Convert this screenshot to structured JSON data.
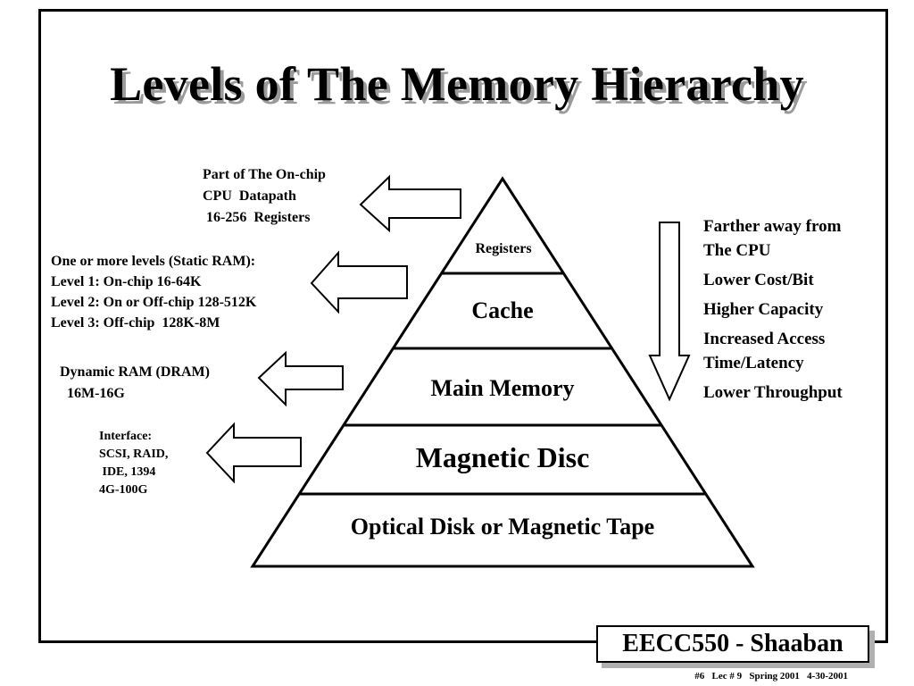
{
  "title": "Levels of The Memory Hierarchy",
  "pyramid": {
    "levels": [
      {
        "label": "Registers"
      },
      {
        "label": "Cache"
      },
      {
        "label": "Main Memory"
      },
      {
        "label": "Magnetic Disc"
      },
      {
        "label": "Optical Disk or Magnetic Tape"
      }
    ]
  },
  "annotations": {
    "registers": [
      "Part of The On-chip",
      "CPU  Datapath",
      " 16-256  Registers"
    ],
    "cache": [
      "One or more levels (Static RAM):",
      "Level 1: On-chip 16-64K",
      "Level 2: On or Off-chip 128-512K",
      "Level 3: Off-chip  128K-8M"
    ],
    "main_memory": [
      "Dynamic RAM (DRAM)",
      "  16M-16G"
    ],
    "disc": [
      "Interface:",
      "SCSI, RAID,",
      " IDE, 1394",
      "4G-100G"
    ]
  },
  "trend": {
    "items": [
      [
        "Farther away from",
        "The CPU"
      ],
      [
        "Lower Cost/Bit"
      ],
      [
        "Higher Capacity"
      ],
      [
        "Increased Access",
        "Time/Latency"
      ],
      [
        "Lower Throughput"
      ]
    ]
  },
  "badge": "EECC550 - Shaaban",
  "footer": "#6   Lec # 9   Spring 2001   4-30-2001",
  "icons": [
    "left-arrow-icon",
    "down-arrow-icon"
  ],
  "colors": {
    "text": "#000000",
    "background": "#ffffff",
    "shadow": "#9a9a9a"
  }
}
